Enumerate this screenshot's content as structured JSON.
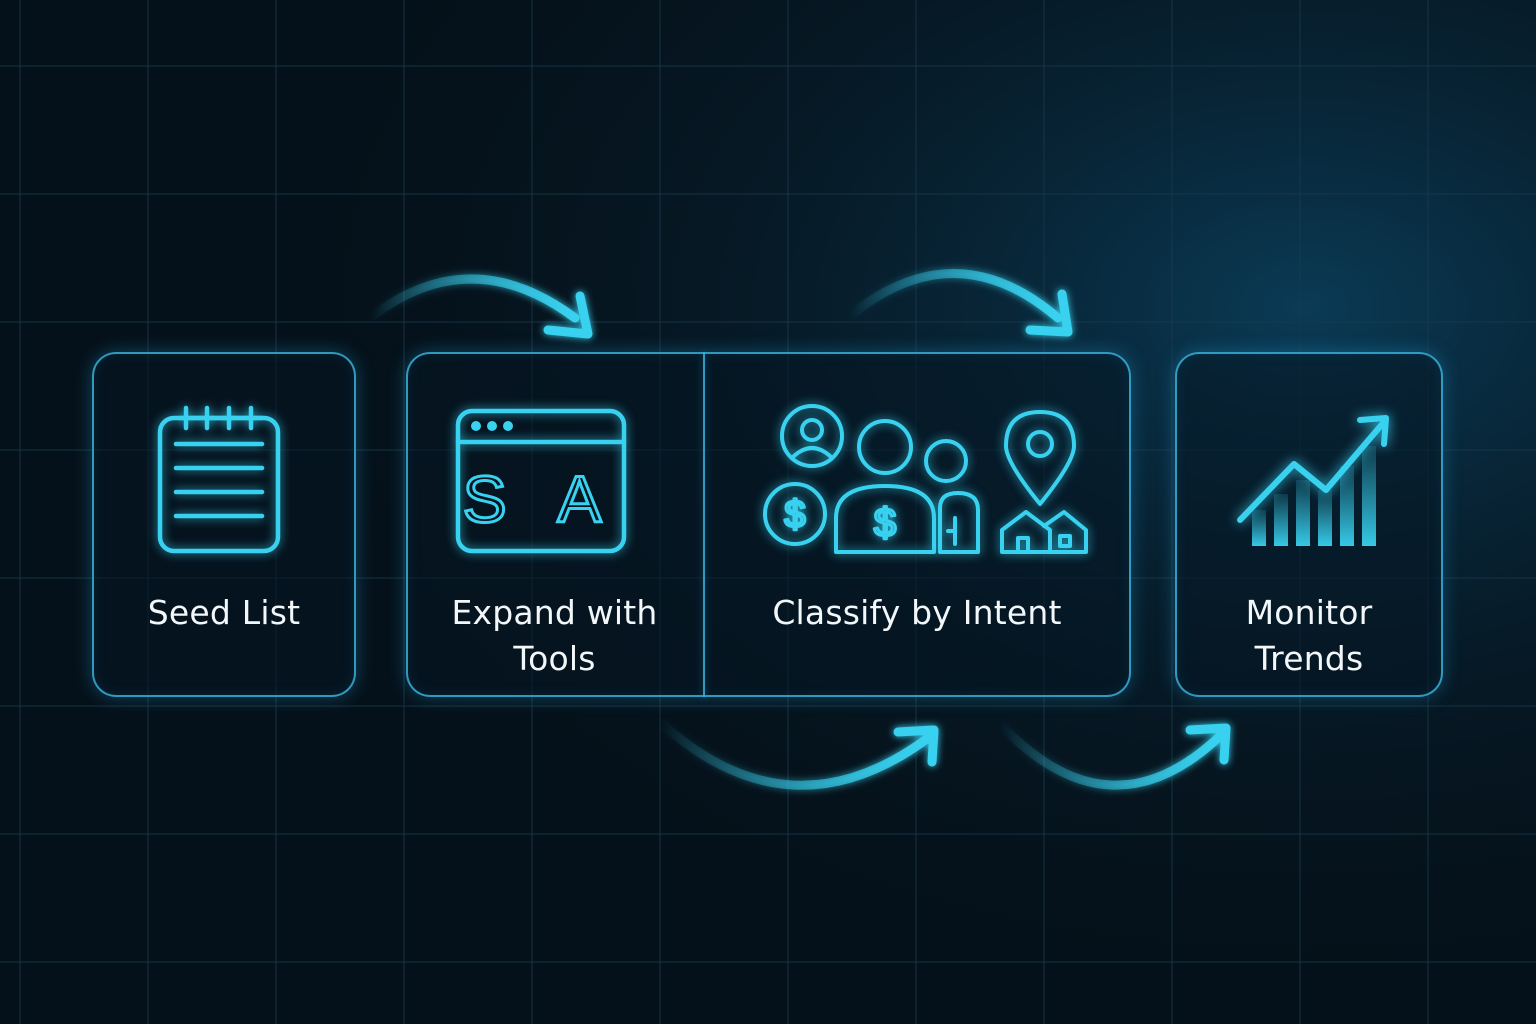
{
  "accent_color": "#38d2f0",
  "background_color": "#05111a",
  "steps": [
    {
      "label": "Seed List",
      "icon": "notepad-icon"
    },
    {
      "label": "Expand with\nTools",
      "icon": "browser-window-icon",
      "icon_text": "S A"
    },
    {
      "label": "Classify by Intent",
      "icon": "intent-people-icon"
    },
    {
      "label": "Monitor\nTrends",
      "icon": "trend-chart-icon"
    }
  ]
}
